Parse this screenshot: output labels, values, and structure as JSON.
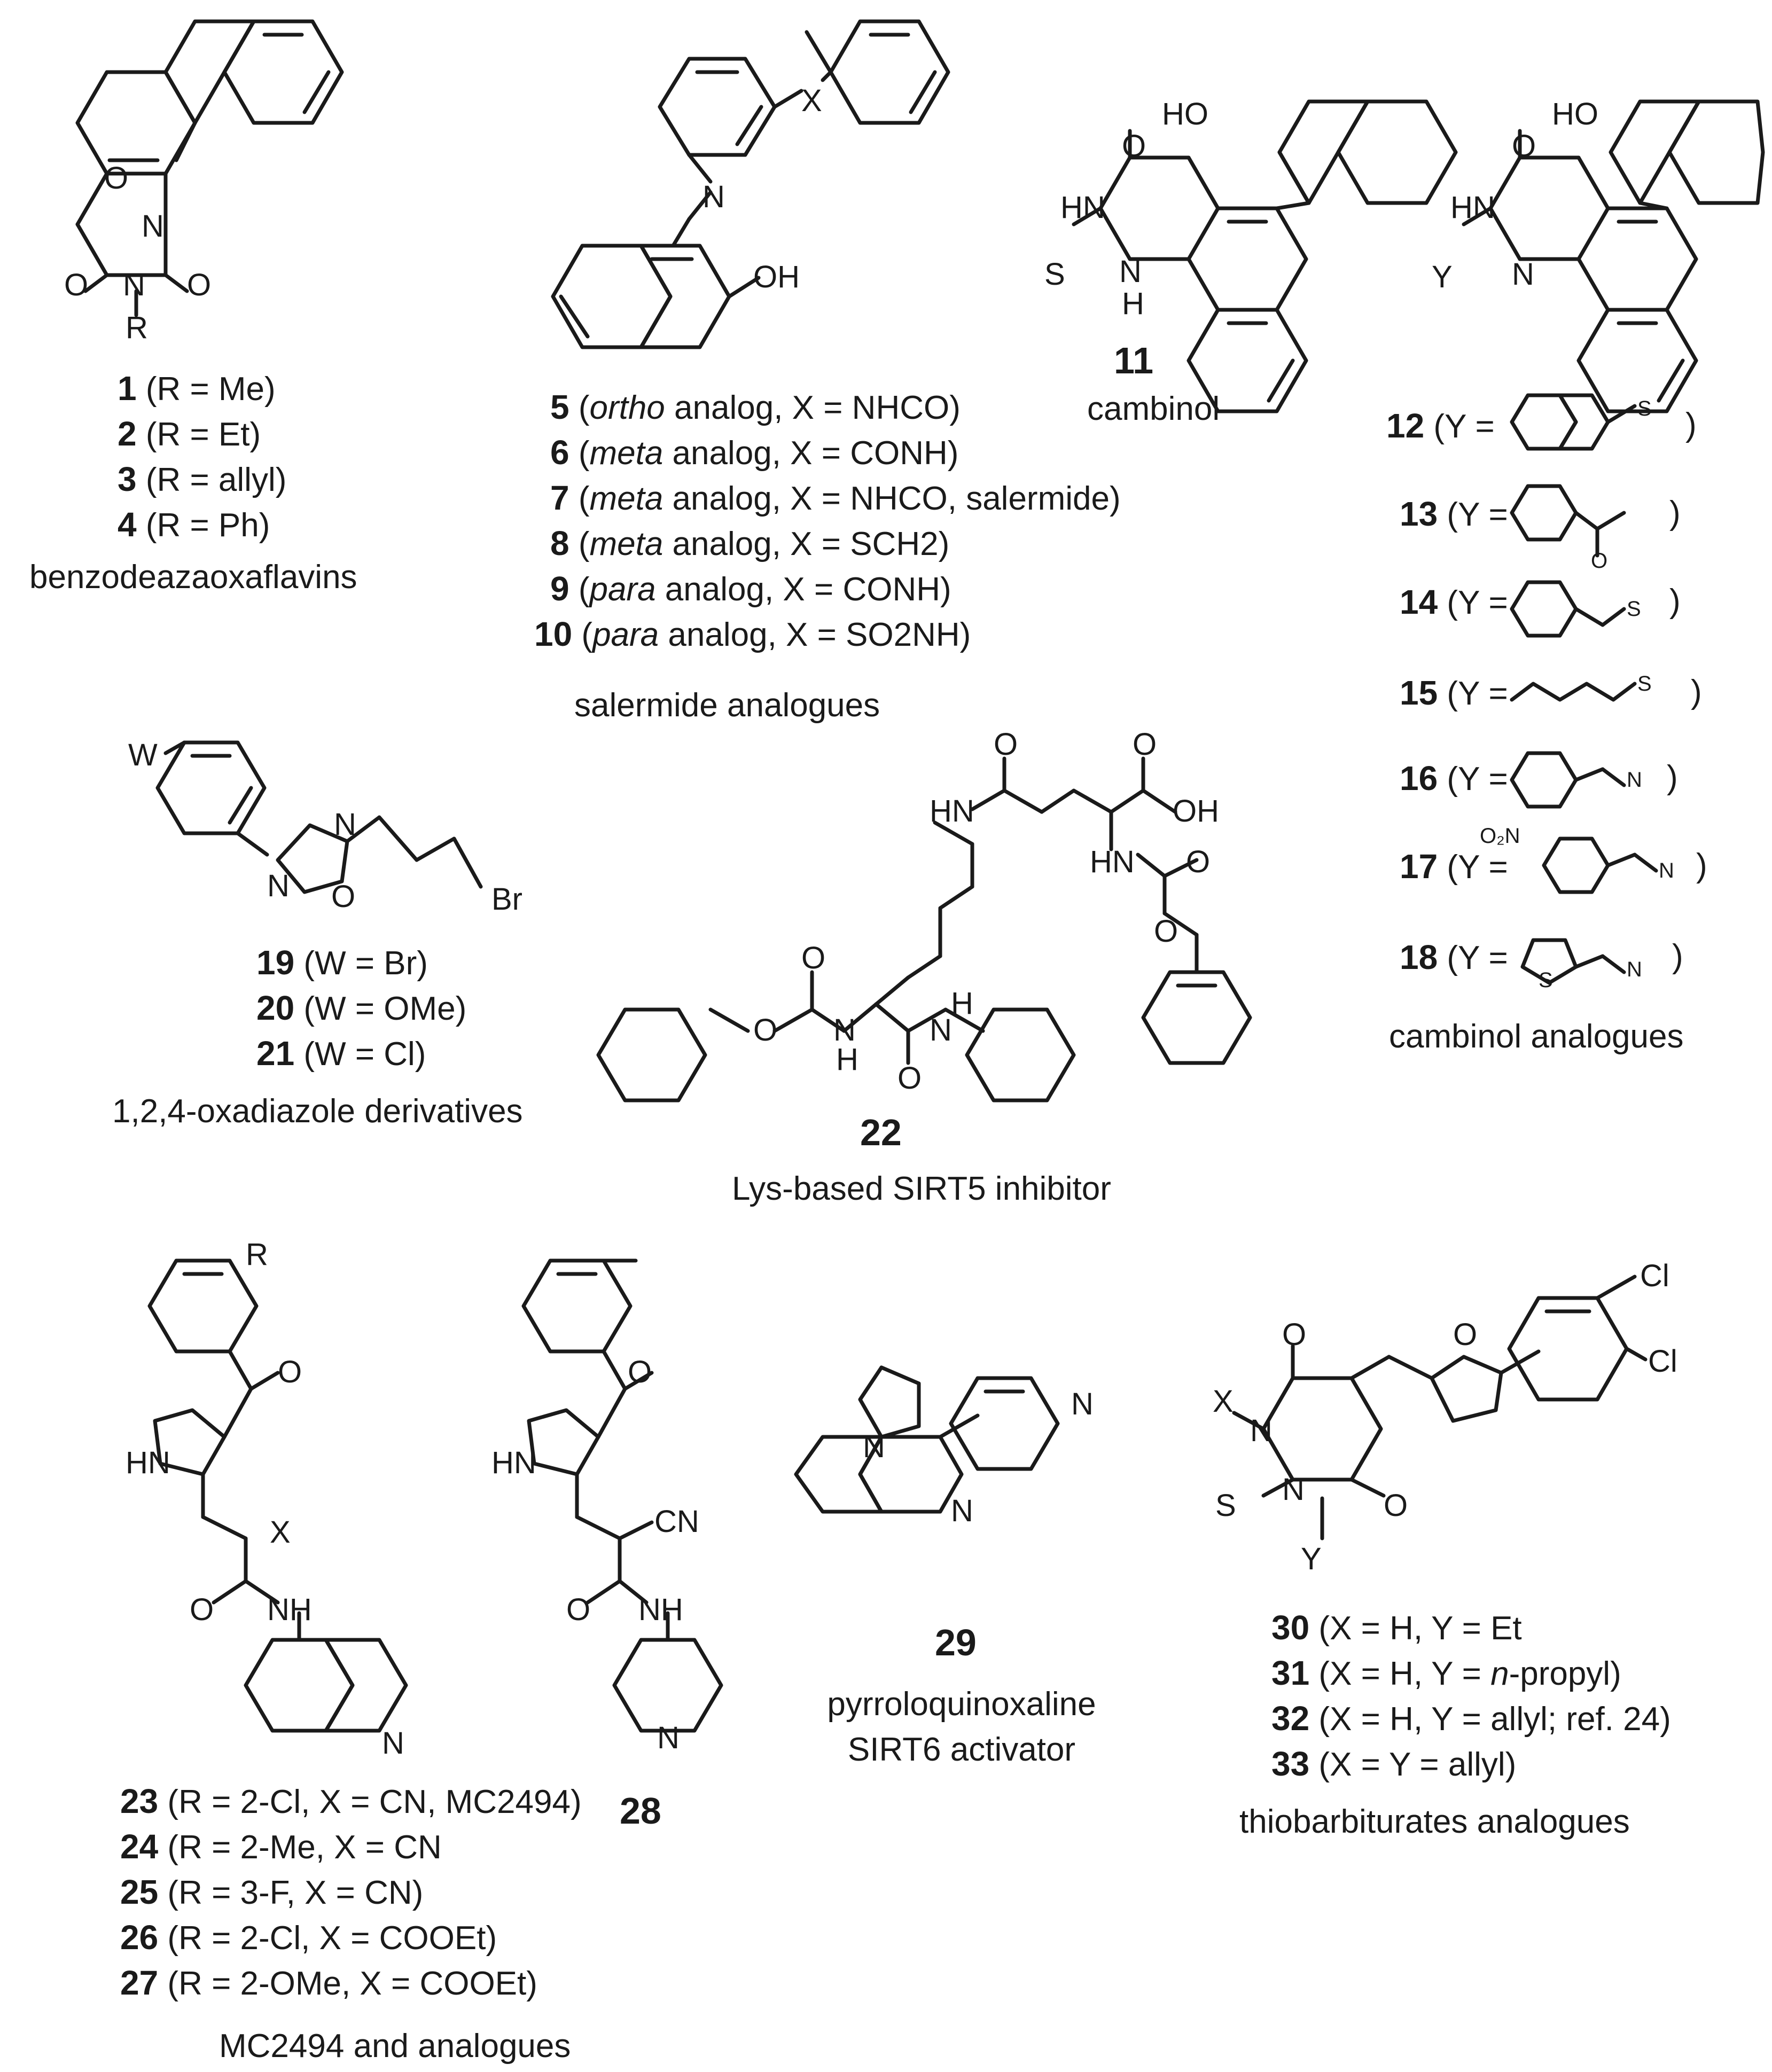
{
  "groups": [
    {
      "caption": "benzodeazaoxaflavins",
      "compounds": [
        {
          "num": "1",
          "detail": "(R = Me)"
        },
        {
          "num": "2",
          "detail": "(R = Et)"
        },
        {
          "num": "3",
          "detail": "(R = allyl)"
        },
        {
          "num": "4",
          "detail": "(R = Ph)"
        }
      ]
    },
    {
      "caption": "salermide analogues",
      "compounds": [
        {
          "num": "5",
          "pos": "ortho",
          "detail": "analog, X = NHCO)"
        },
        {
          "num": "6",
          "pos": "meta",
          "detail": "analog, X = CONH)"
        },
        {
          "num": "7",
          "pos": "meta",
          "detail": "analog, X = NHCO, salermide)"
        },
        {
          "num": "8",
          "pos": "meta",
          "detail": "analog, X = SCH2)"
        },
        {
          "num": "9",
          "pos": "para",
          "detail": "analog, X = CONH)"
        },
        {
          "num": "10",
          "pos": "para",
          "detail": "analog, X = SO2NH)"
        }
      ]
    },
    {
      "caption": "cambinol",
      "compounds": [
        {
          "num": "11",
          "detail": ""
        }
      ]
    },
    {
      "caption": "cambinol analogues",
      "compounds": [
        {
          "num": "12",
          "detail": "(Y ="
        },
        {
          "num": "13",
          "detail": "(Y ="
        },
        {
          "num": "14",
          "detail": "(Y ="
        },
        {
          "num": "15",
          "detail": "(Y ="
        },
        {
          "num": "16",
          "detail": "(Y ="
        },
        {
          "num": "17",
          "detail": "(Y ="
        },
        {
          "num": "18",
          "detail": "(Y ="
        }
      ]
    },
    {
      "caption": "1,2,4-oxadiazole derivatives",
      "compounds": [
        {
          "num": "19",
          "detail": "(W = Br)"
        },
        {
          "num": "20",
          "detail": "(W = OMe)"
        },
        {
          "num": "21",
          "detail": "(W = Cl)"
        }
      ]
    },
    {
      "caption": "Lys-based SIRT5 inhibitor",
      "compounds": [
        {
          "num": "22",
          "detail": ""
        }
      ]
    },
    {
      "caption": "MC2494 and analogues",
      "compounds": [
        {
          "num": "23",
          "detail": "(R = 2-Cl, X = CN, MC2494)"
        },
        {
          "num": "24",
          "detail": "(R = 2-Me, X = CN"
        },
        {
          "num": "25",
          "detail": "(R = 3-F, X = CN)"
        },
        {
          "num": "26",
          "detail": "(R = 2-Cl, X = COOEt)"
        },
        {
          "num": "27",
          "detail": "(R = 2-OMe, X = COOEt)"
        }
      ]
    },
    {
      "caption": "",
      "compounds": [
        {
          "num": "28",
          "detail": ""
        }
      ]
    },
    {
      "caption": "pyrroloquinoxaline SIRT6 activator",
      "caption_lines": [
        "pyrroloquinoxaline",
        "SIRT6 activator"
      ],
      "compounds": [
        {
          "num": "29",
          "detail": ""
        }
      ]
    },
    {
      "caption": "thiobarbiturates analogues",
      "compounds": [
        {
          "num": "30",
          "detail": "(X = H, Y = Et"
        },
        {
          "num": "31",
          "detail": "(X = H, Y = ",
          "italic": "n",
          "detail2": "-propyl)"
        },
        {
          "num": "32",
          "detail": "(X = H, Y = allyl; ref. 24)"
        },
        {
          "num": "33",
          "detail": "(X = Y = allyl)"
        }
      ]
    }
  ],
  "atoms": {
    "O": "O",
    "N": "N",
    "R": "R",
    "X": "X",
    "Y": "Y",
    "W": "W",
    "S": "S",
    "OH": "OH",
    "HO": "HO",
    "HN": "HN",
    "H": "H",
    "NH": "NH",
    "Br": "Br",
    "Cl": "Cl",
    "CN": "CN",
    "O2N": "O₂N"
  }
}
